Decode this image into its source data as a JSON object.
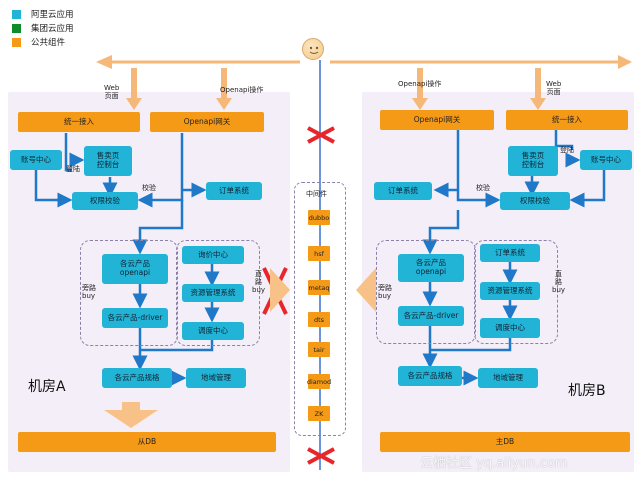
{
  "legend": [
    {
      "label": "阿里云应用",
      "color": "#22b3d5"
    },
    {
      "label": "集团云应用",
      "color": "#0e8c2a"
    },
    {
      "label": "公共组件",
      "color": "#f59a16"
    }
  ],
  "top": {
    "left_web": "Web\n页面",
    "left_openapi": "Openapi操作",
    "right_openapi": "Openapi操作",
    "right_web": "Web\n页面"
  },
  "room_a": {
    "name": "机房A",
    "unified_access": "统一接入",
    "openapi_gateway": "Openapi网关",
    "account_center": "账号中心",
    "sales_console": "售卖页\n控制台",
    "login": "登陆",
    "check": "校验",
    "auth_check": "权限校验",
    "order_system": "订单系统",
    "bypass": "旁路\nbuy",
    "direct": "直\n路\nbuy",
    "product_openapi": "各云产品\nopenapi",
    "product_driver": "各云产品-driver",
    "price_center": "询价中心",
    "resource_mgmt": "资源管理系统",
    "scheduler": "调度中心",
    "product_meta": "各云产品规格",
    "region_mgmt": "地域管理",
    "db": "从DB"
  },
  "room_b": {
    "name": "机房B",
    "openapi_gateway": "Openapi网关",
    "unified_access": "统一接入",
    "login": "登陆",
    "sales_console": "售卖页\n控制台",
    "account_center": "账号中心",
    "order_system_left": "订单系统",
    "check": "校验",
    "auth_check": "权限校验",
    "bypass": "旁路\nbuy",
    "direct": "直\n路\nbuy",
    "product_openapi": "各云产品\nopenapi",
    "product_driver": "各云产品-driver",
    "order_system": "订单系统",
    "resource_mgmt": "资源管理系统",
    "scheduler": "调度中心",
    "product_meta": "各云产品规格",
    "region_mgmt": "地域管理",
    "db": "主DB"
  },
  "middleware": {
    "title": "中间件",
    "items": [
      "dubbo",
      "hsf",
      "metaq",
      "dts",
      "tair",
      "diamod",
      "ZK"
    ]
  },
  "watermark": "云栖社区 yq.aliyun.com"
}
